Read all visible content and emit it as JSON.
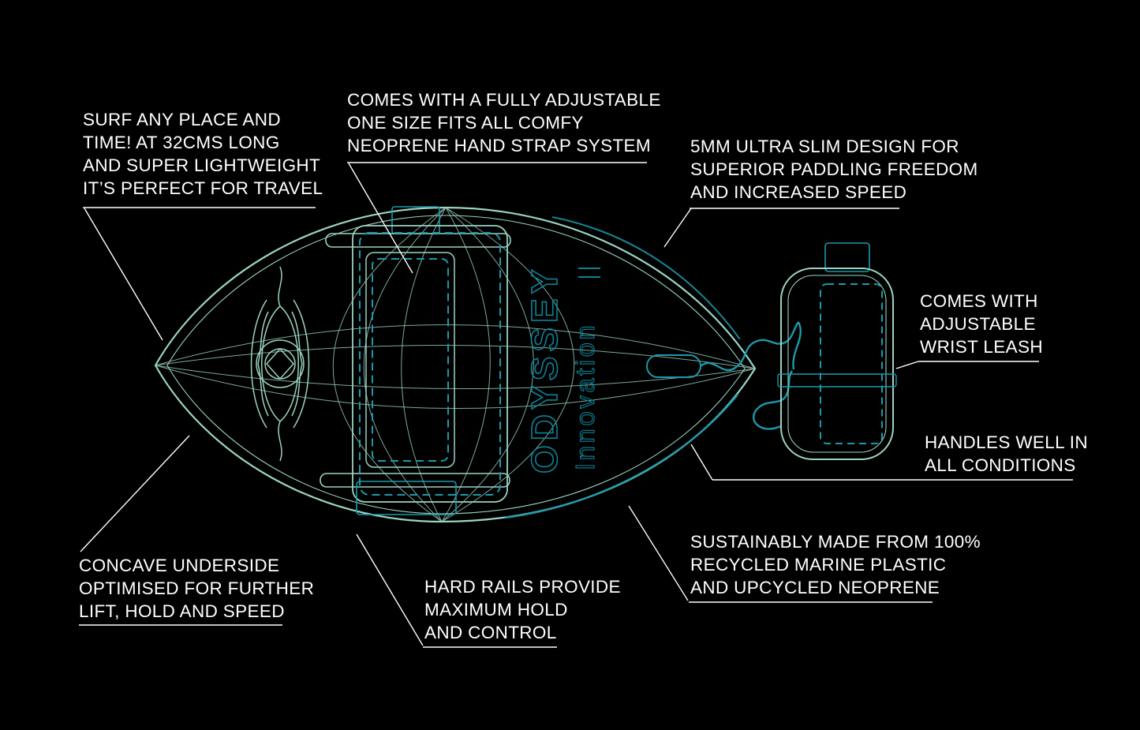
{
  "canvas": {
    "background": "#000000"
  },
  "board": {
    "brand": "ODYSSEY",
    "sub_brand": "Innovation"
  },
  "colors": {
    "canvas_bg": "#000000",
    "hull_outline": "#9bd3c3",
    "detail_teal": "#1b9aab",
    "brand_teal": "#0d8296",
    "callout_white": "#ffffff"
  },
  "annotations": {
    "travel": {
      "lines": [
        "SURF ANY PLACE AND",
        "TIME! AT 32CMS LONG",
        "AND SUPER LIGHTWEIGHT",
        "IT’S PERFECT FOR TRAVEL"
      ]
    },
    "strap": {
      "lines": [
        "COMES WITH A FULLY ADJUSTABLE",
        "ONE SIZE FITS ALL COMFY",
        "NEOPRENE HAND STRAP SYSTEM"
      ]
    },
    "slim": {
      "lines": [
        "5MM ULTRA SLIM DESIGN FOR",
        "SUPERIOR PADDLING FREEDOM",
        "AND INCREASED SPEED"
      ]
    },
    "leash": {
      "lines": [
        "COMES WITH",
        "ADJUSTABLE",
        "WRIST LEASH"
      ]
    },
    "handles": {
      "lines": [
        "HANDLES WELL IN",
        "ALL CONDITIONS"
      ]
    },
    "concave": {
      "lines": [
        "CONCAVE UNDERSIDE",
        "OPTIMISED FOR FURTHER",
        "LIFT, HOLD AND SPEED"
      ]
    },
    "rails": {
      "lines": [
        "HARD RAILS PROVIDE",
        "MAXIMUM HOLD",
        "AND CONTROL"
      ]
    },
    "sustainable": {
      "lines": [
        "SUSTAINABLY MADE FROM 100%",
        "RECYCLED MARINE PLASTIC",
        "AND UPCYCLED NEOPRENE"
      ]
    }
  }
}
